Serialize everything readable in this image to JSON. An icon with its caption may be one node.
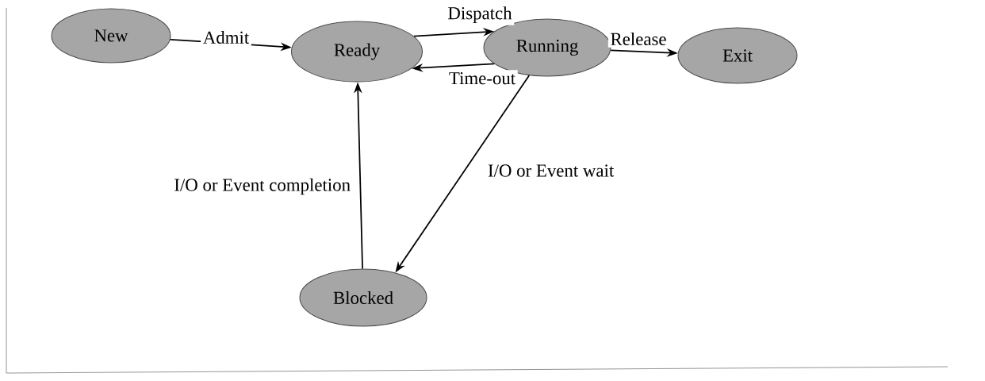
{
  "diagram": {
    "nodes": [
      {
        "text": [
          "New"
        ]
      },
      {
        "text": [
          "Ready"
        ]
      },
      {
        "text": [
          "Running"
        ]
      },
      {
        "text": [
          "Exit"
        ]
      },
      {
        "text": [
          "Blocked"
        ]
      }
    ],
    "edges": [
      {
        "from": 0,
        "to": 1,
        "arrow": "to",
        "label": "Admit"
      },
      {
        "from": 1,
        "to": 2,
        "arrow": "to",
        "label": "Dispatch"
      },
      {
        "from": 2,
        "to": 1,
        "arrow": "to",
        "label": "Time-out"
      },
      {
        "from": 2,
        "to": 3,
        "arrow": "to",
        "label": "Release"
      },
      {
        "from": 2,
        "to": 4,
        "arrow": "to",
        "label": "I/O or Event wait"
      },
      {
        "from": 4,
        "to": 1,
        "arrow": "to",
        "label": "I/O or Event completion"
      }
    ]
  }
}
